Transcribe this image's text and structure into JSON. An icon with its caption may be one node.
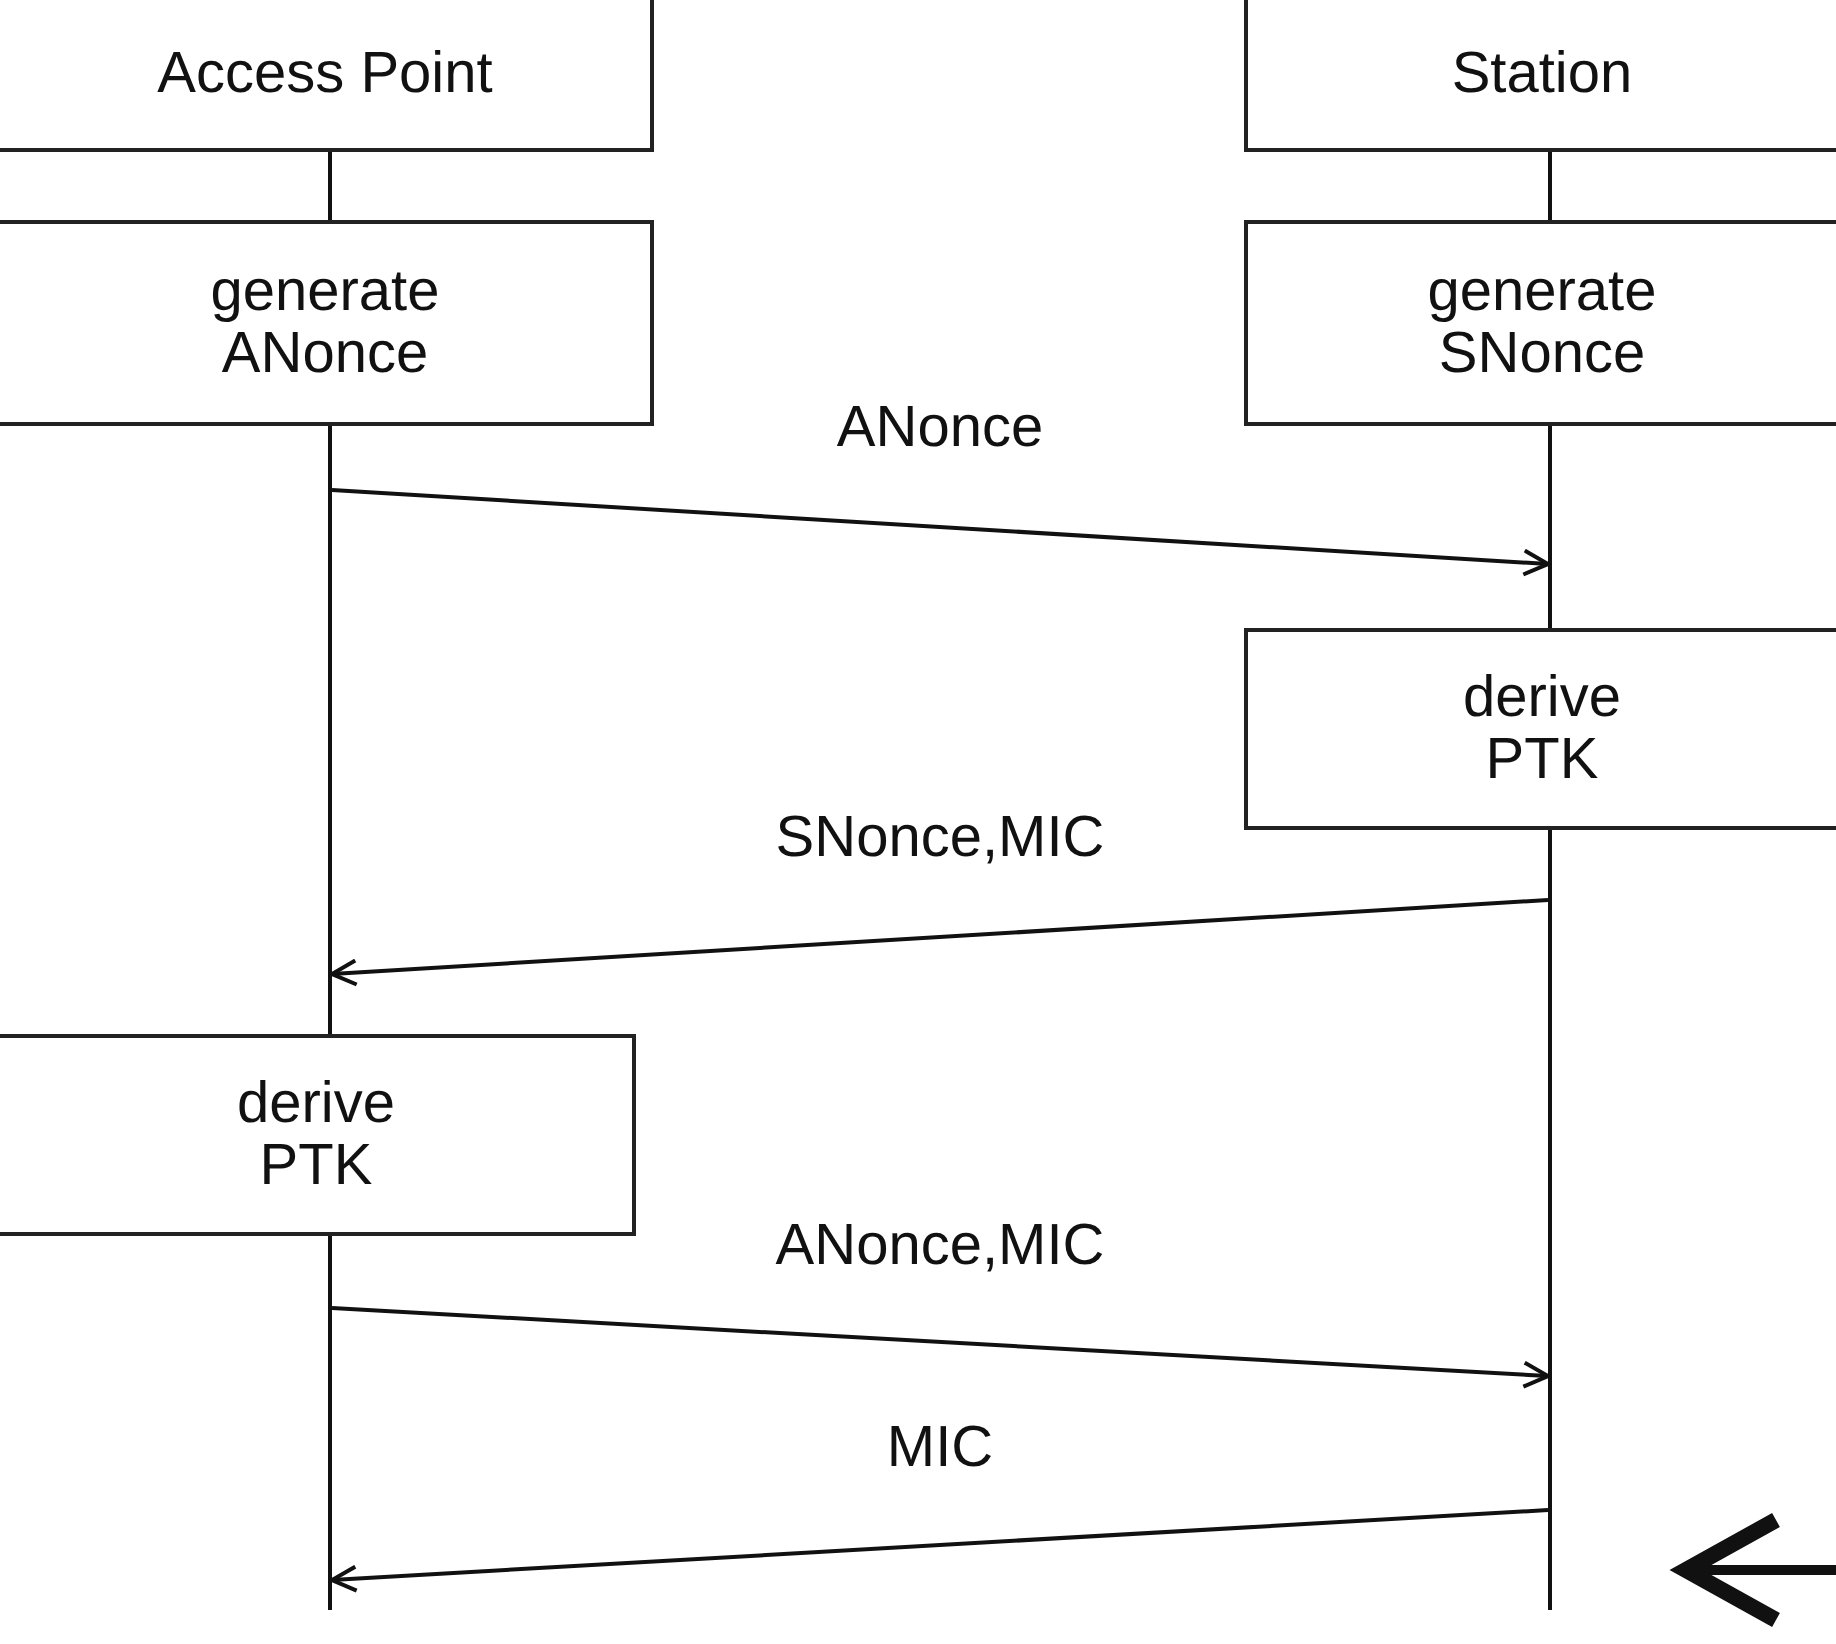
{
  "diagram": {
    "nodes": [
      {
        "text": [
          "Access Point"
        ]
      },
      {
        "text": [
          "Station"
        ]
      },
      {
        "text": [
          "generate ANonce"
        ]
      },
      {
        "text": [
          "generate SNonce"
        ]
      },
      {
        "text": [
          "derive PTK"
        ]
      },
      {
        "text": [
          "derive PTK"
        ]
      },
      {
        "text": [],
        "shape": "bar"
      },
      {
        "text": [],
        "shape": "bar"
      }
    ],
    "edges": [
      {
        "from": 6,
        "to": 7,
        "arrow": "to",
        "label": "ANonce"
      },
      {
        "from": 7,
        "to": 6,
        "arrow": "to",
        "label": "SNonce,MIC"
      },
      {
        "from": 6,
        "to": 7,
        "arrow": "to",
        "label": "ANonce,MIC"
      },
      {
        "from": 7,
        "to": 6,
        "arrow": "to",
        "label": "MIC"
      }
    ]
  }
}
